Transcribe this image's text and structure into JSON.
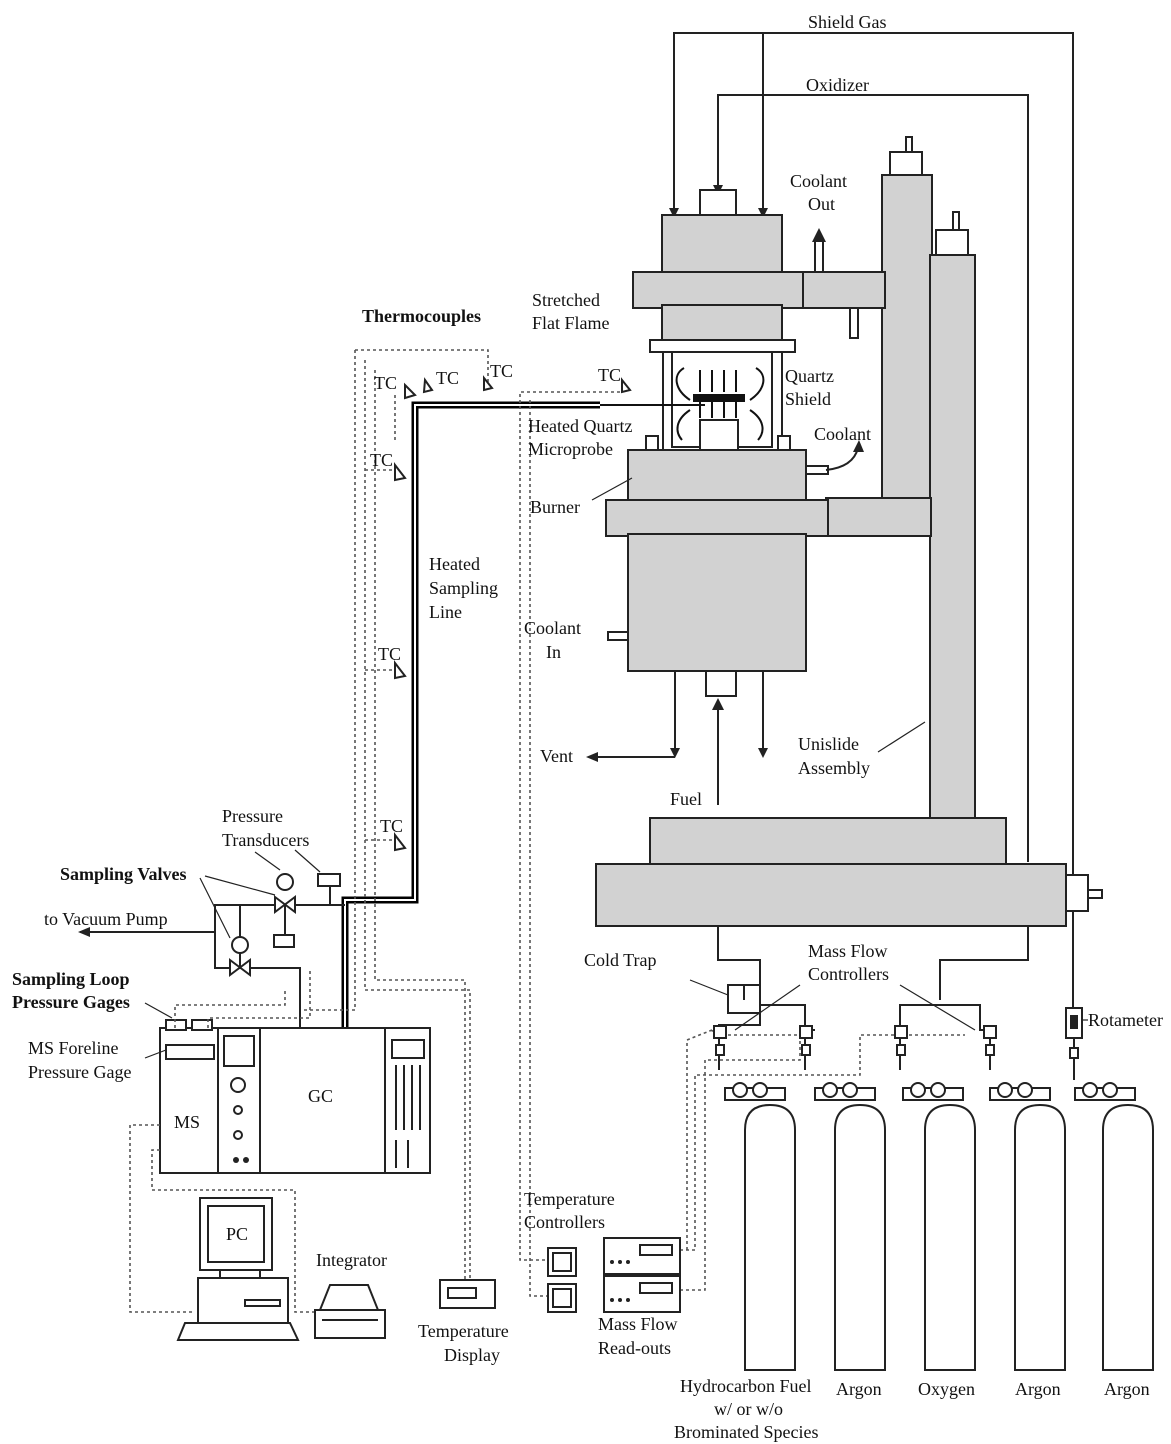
{
  "labels": {
    "shield_gas": "Shield Gas",
    "oxidizer": "Oxidizer",
    "coolant_out_1": "Coolant",
    "coolant_out_2": "Out",
    "stretched_1": "Stretched",
    "stretched_2": "Flat Flame",
    "thermocouples": "Thermocouples",
    "tc": "TC",
    "quartz_1": "Quartz",
    "quartz_2": "Shield",
    "probe_1": "Heated Quartz",
    "probe_2": "Microprobe",
    "coolant": "Coolant",
    "burner": "Burner",
    "sampling_1": "Heated",
    "sampling_2": "Sampling",
    "sampling_3": "Line",
    "coolant_in_1": "Coolant",
    "coolant_in_2": "In",
    "vent": "Vent",
    "unislide_1": "Unislide",
    "unislide_2": "Assembly",
    "fuel": "Fuel",
    "pressure_1": "Pressure",
    "pressure_2": "Transducers",
    "sampling_valves": "Sampling Valves",
    "vacuum": "to Vacuum Pump",
    "loop_1": "Sampling Loop",
    "loop_2": "Pressure Gages",
    "foreline_1": "MS Foreline",
    "foreline_2": "Pressure Gage",
    "ms": "MS",
    "gc": "GC",
    "cold_trap": "Cold Trap",
    "mfc_1": "Mass Flow",
    "mfc_2": "Controllers",
    "rotameter": "Rotameter",
    "tempctrl_1": "Temperature",
    "tempctrl_2": "Controllers",
    "pc": "PC",
    "integrator": "Integrator",
    "tempdisp_1": "Temperature",
    "tempdisp_2": "Display",
    "readout_1": "Mass Flow",
    "readout_2": "Read-outs",
    "cyl_fuel_1": "Hydrocarbon Fuel",
    "cyl_fuel_2": "w/ or w/o",
    "cyl_fuel_3": "Brominated Species",
    "cyl_argon": "Argon",
    "cyl_oxygen": "Oxygen"
  }
}
